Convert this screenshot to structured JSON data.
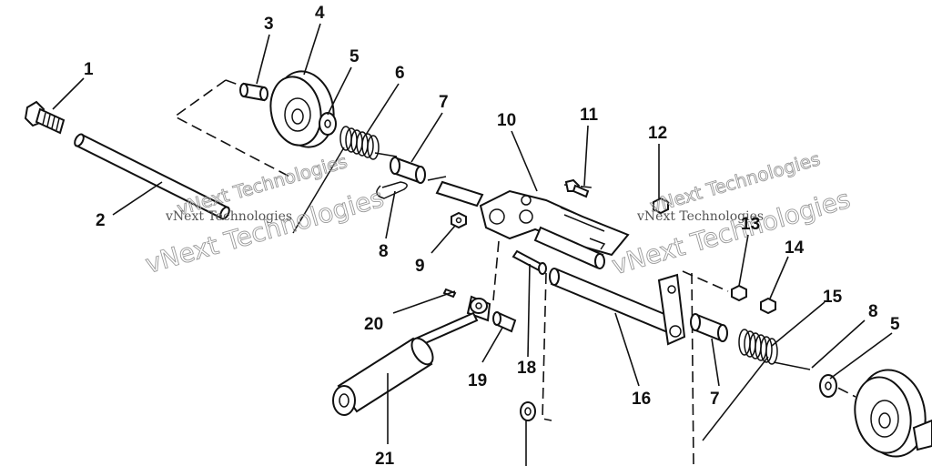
{
  "callouts": [
    {
      "id": "1",
      "label": "1"
    },
    {
      "id": "2",
      "label": "2"
    },
    {
      "id": "3",
      "label": "3"
    },
    {
      "id": "4",
      "label": "4"
    },
    {
      "id": "5a",
      "label": "5"
    },
    {
      "id": "6",
      "label": "6"
    },
    {
      "id": "7a",
      "label": "7"
    },
    {
      "id": "8a",
      "label": "8"
    },
    {
      "id": "9",
      "label": "9"
    },
    {
      "id": "10",
      "label": "10"
    },
    {
      "id": "11",
      "label": "11"
    },
    {
      "id": "12",
      "label": "12"
    },
    {
      "id": "13",
      "label": "13"
    },
    {
      "id": "14",
      "label": "14"
    },
    {
      "id": "15",
      "label": "15"
    },
    {
      "id": "8b",
      "label": "8"
    },
    {
      "id": "5b",
      "label": "5"
    },
    {
      "id": "16",
      "label": "16"
    },
    {
      "id": "7b",
      "label": "7"
    },
    {
      "id": "18",
      "label": "18"
    },
    {
      "id": "19",
      "label": "19"
    },
    {
      "id": "20",
      "label": "20"
    },
    {
      "id": "21",
      "label": "21"
    }
  ],
  "watermarks": [
    {
      "id": "w1",
      "big": "vNext Technologies",
      "small": "vNext Technologies"
    },
    {
      "id": "w2",
      "big": "vNext Technologies",
      "small": "vNext Technologies"
    }
  ]
}
